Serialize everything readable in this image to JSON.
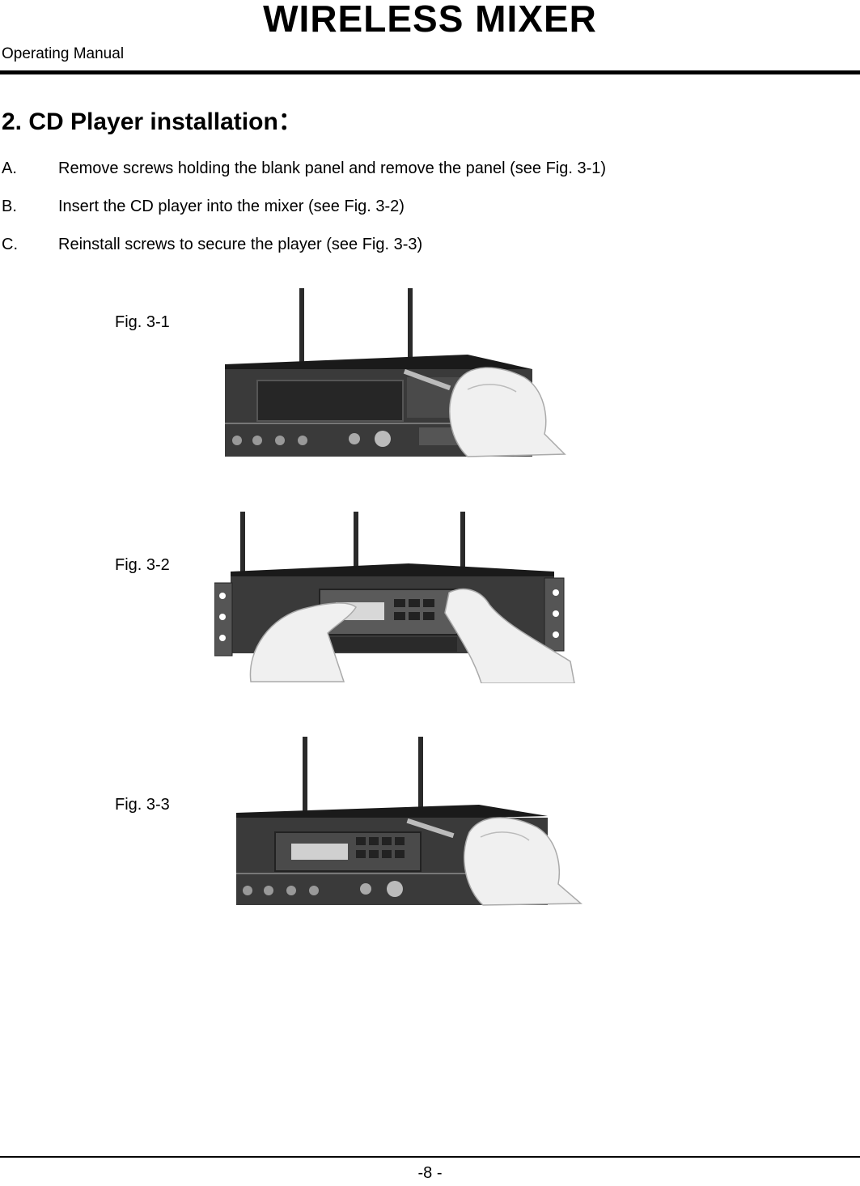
{
  "header": {
    "title": "WIRELESS  MIXER",
    "subtitle": "Operating  Manual"
  },
  "section": {
    "heading": "2.  CD Player  installation：",
    "steps": [
      {
        "letter": "A.",
        "text": "Remove screws holding the blank panel and remove the panel (see Fig. 3-1)"
      },
      {
        "letter": "B.",
        "text": "Insert the CD player into the mixer (see Fig. 3-2)"
      },
      {
        "letter": "C.",
        "text": "Reinstall screws to secure the player (see Fig. 3-3)"
      }
    ]
  },
  "figures": [
    {
      "label": "Fig.  3-1"
    },
    {
      "label": "Fig.  3-2"
    },
    {
      "label": "Fig.  3-3"
    }
  ],
  "footer": {
    "page_number": "-8 -"
  }
}
